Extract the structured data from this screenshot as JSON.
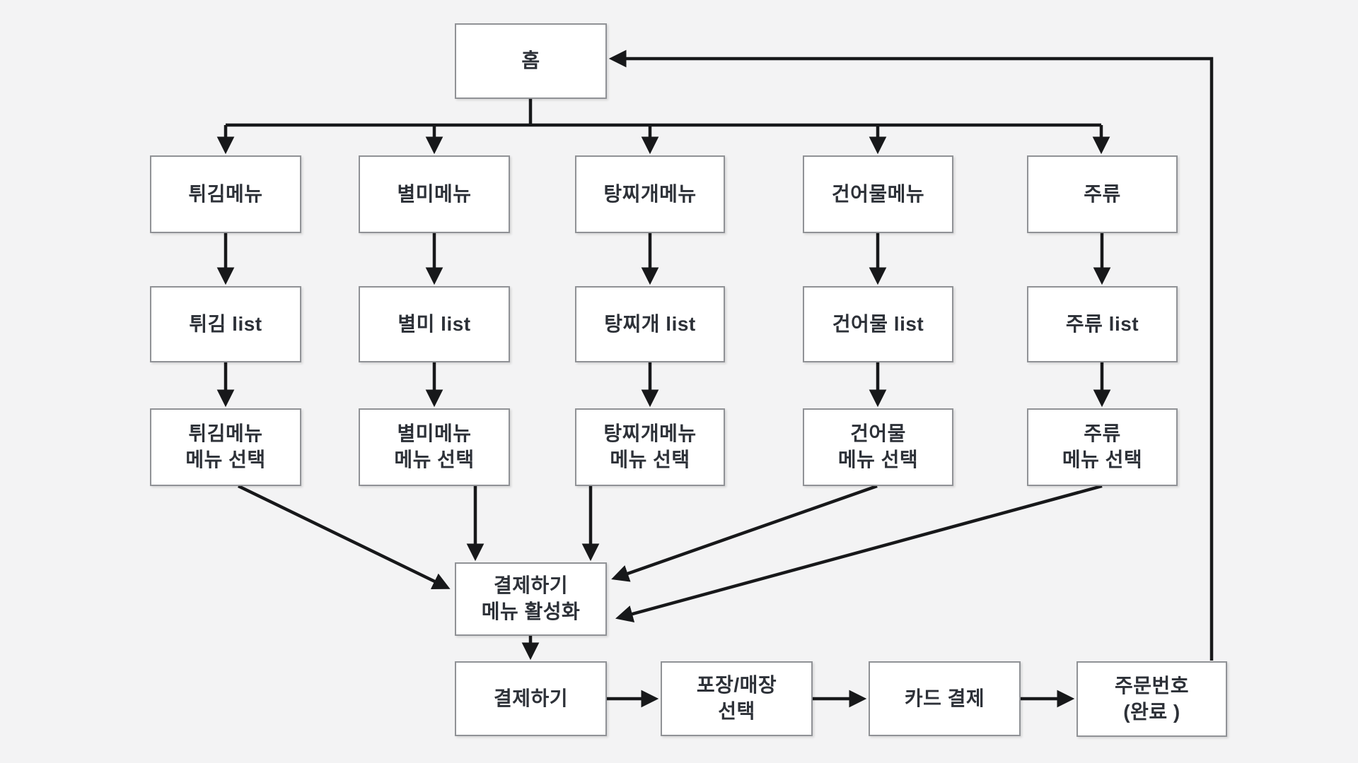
{
  "colors": {
    "background": "#f3f3f4",
    "box_fill": "#ffffff",
    "box_border": "#909296",
    "text": "#2d3138",
    "arrow": "#17181a"
  },
  "nodes": {
    "home": "홈",
    "fried_menu": "튀김메뉴",
    "special_menu": "별미메뉴",
    "stew_menu": "탕찌개메뉴",
    "dried_menu": "건어물메뉴",
    "liquor_menu": "주류",
    "fried_list": "튀김 list",
    "special_list": "별미 list",
    "stew_list": "탕찌개 list",
    "dried_list": "건어물 list",
    "liquor_list": "주류 list",
    "fried_select": "튀김메뉴\n메뉴 선택",
    "special_select": "별미메뉴\n메뉴 선택",
    "stew_select": "탕찌개메뉴\n메뉴 선택",
    "dried_select": "건어물\n메뉴 선택",
    "liquor_select": "주류\n메뉴 선택",
    "checkout_activate": "결제하기\n메뉴 활성화",
    "checkout": "결제하기",
    "package_store": "포장/매장\n선택",
    "card_payment": "카드 결제",
    "order_number": "주문번호\n(완료 )"
  },
  "edges": [
    {
      "from": "home",
      "to": "fried_menu"
    },
    {
      "from": "home",
      "to": "special_menu"
    },
    {
      "from": "home",
      "to": "stew_menu"
    },
    {
      "from": "home",
      "to": "dried_menu"
    },
    {
      "from": "home",
      "to": "liquor_menu"
    },
    {
      "from": "fried_menu",
      "to": "fried_list"
    },
    {
      "from": "special_menu",
      "to": "special_list"
    },
    {
      "from": "stew_menu",
      "to": "stew_list"
    },
    {
      "from": "dried_menu",
      "to": "dried_list"
    },
    {
      "from": "liquor_menu",
      "to": "liquor_list"
    },
    {
      "from": "fried_list",
      "to": "fried_select"
    },
    {
      "from": "special_list",
      "to": "special_select"
    },
    {
      "from": "stew_list",
      "to": "stew_select"
    },
    {
      "from": "dried_list",
      "to": "dried_select"
    },
    {
      "from": "liquor_list",
      "to": "liquor_select"
    },
    {
      "from": "fried_select",
      "to": "checkout_activate"
    },
    {
      "from": "special_select",
      "to": "checkout_activate"
    },
    {
      "from": "stew_select",
      "to": "checkout_activate"
    },
    {
      "from": "dried_select",
      "to": "checkout_activate"
    },
    {
      "from": "liquor_select",
      "to": "checkout_activate"
    },
    {
      "from": "checkout_activate",
      "to": "checkout"
    },
    {
      "from": "checkout",
      "to": "package_store"
    },
    {
      "from": "package_store",
      "to": "card_payment"
    },
    {
      "from": "card_payment",
      "to": "order_number"
    },
    {
      "from": "order_number",
      "to": "home"
    }
  ]
}
